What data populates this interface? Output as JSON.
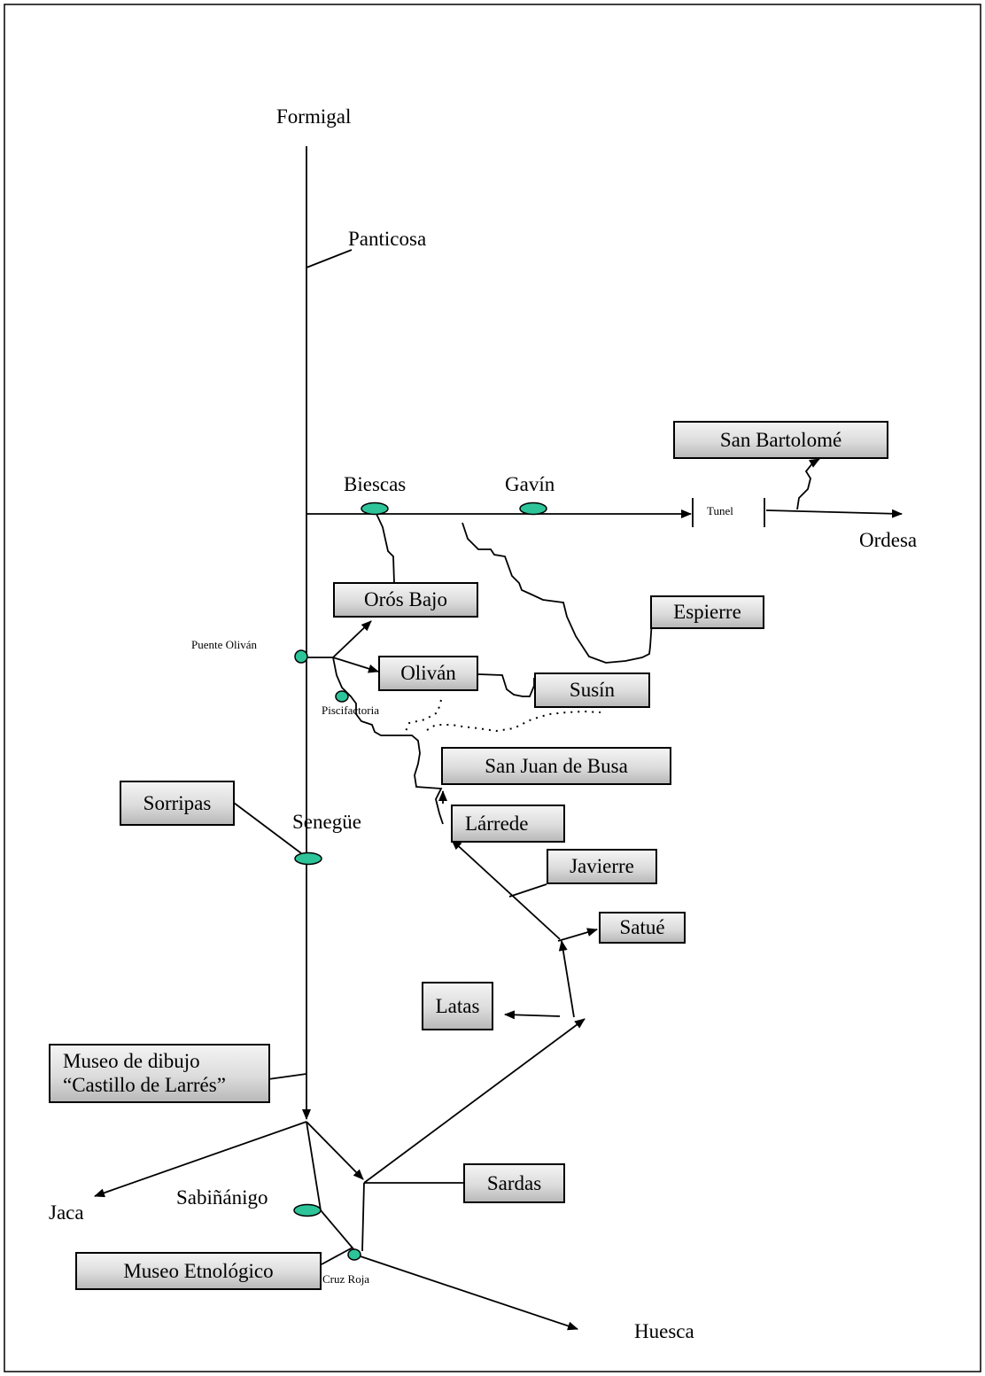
{
  "places": {
    "formigal": "Formigal",
    "panticosa": "Panticosa",
    "biescas": "Biescas",
    "gavin": "Gavín",
    "tunel": "Tunel",
    "ordesa": "Ordesa",
    "puente_olivan": "Puente Oliván",
    "piscifactoria": "Piscifactoria",
    "senegue": "Senegüe",
    "jaca": "Jaca",
    "sabinanigo": "Sabiñánigo",
    "cruz_roja": "Cruz Roja",
    "huesca": "Huesca"
  },
  "boxes": {
    "san_bartolome": "San Bartolomé",
    "oros_bajo": "Orós Bajo",
    "espierre": "Espierre",
    "olivan": "Oliván",
    "susin": "Susín",
    "san_juan_de_busa": "San Juan de Busa",
    "sorripas": "Sorripas",
    "larrede": "Lárrede",
    "javierre": "Javierre",
    "satue": "Satué",
    "latas": "Latas",
    "museo_dibujo_line1": "Museo de dibujo",
    "museo_dibujo_line2": "“Castillo de Larrés”",
    "sardas": "Sardas",
    "museo_etnologico": "Museo Etnológico"
  },
  "colors": {
    "stop_fill": "#2ec49a",
    "stop_stroke": "#000000",
    "box_gradient_top": "#f4f4f4",
    "box_gradient_bottom": "#b9b9b9"
  }
}
